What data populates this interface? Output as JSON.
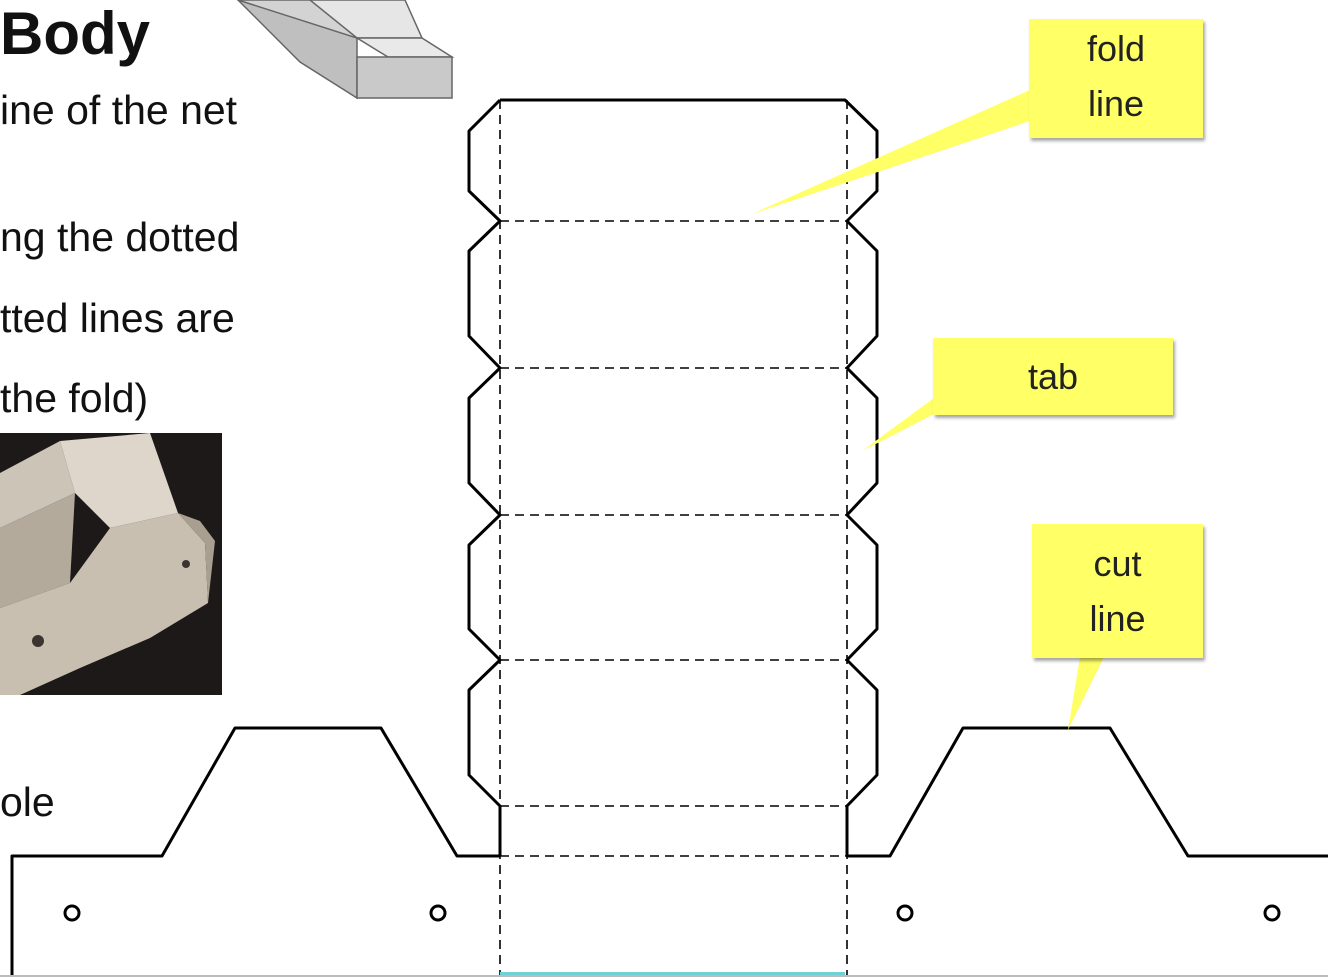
{
  "slide": {
    "title": "Body",
    "instruction_lines": [
      "ine of the net",
      "ng the dotted",
      "tted lines are",
      " the fold)",
      "ole"
    ]
  },
  "callouts": {
    "fold_line": [
      "fold",
      "line"
    ],
    "tab": "tab",
    "cut_line": [
      "cut",
      "line"
    ]
  },
  "colors": {
    "callout_fill": "#ffff66",
    "photo_background": "#1c1918",
    "bottom_accent": "#6fd1d6"
  }
}
